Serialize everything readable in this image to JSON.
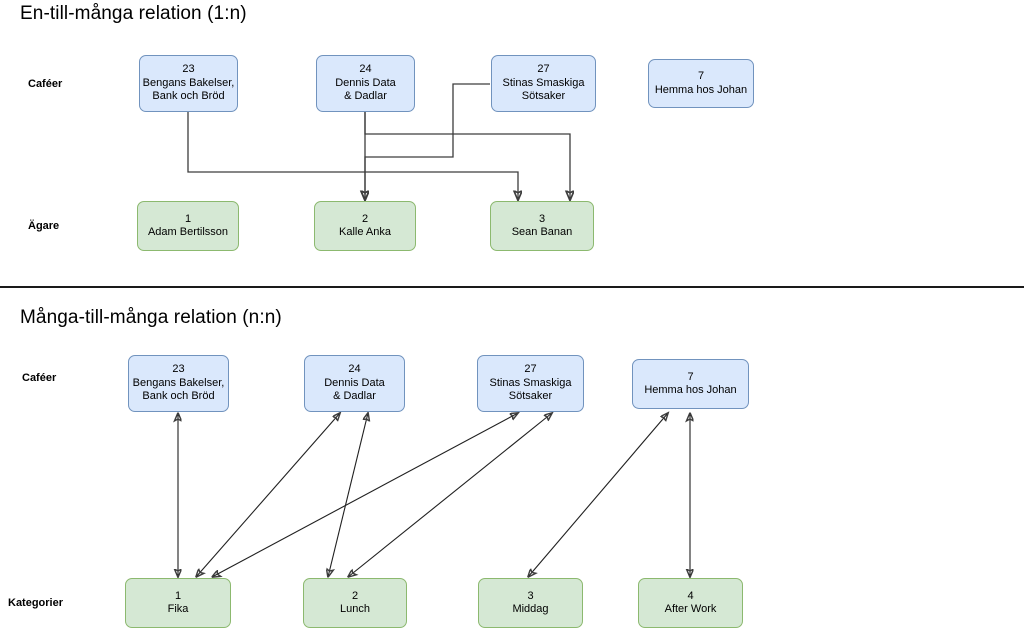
{
  "sections": [
    {
      "id": "one-to-many",
      "title": "En-till-många relation (1:n)",
      "row_labels": {
        "top": "Caféer",
        "bottom": "Ägare"
      },
      "top_nodes": [
        {
          "id": "23",
          "name": "Bengans Bakelser,\nBank och Bröd",
          "line1": "Bengans Bakelser,",
          "line2": "Bank och Bröd"
        },
        {
          "id": "24",
          "name": "Dennis Data\n& Dadlar",
          "line1": "Dennis Data",
          "line2": "& Dadlar"
        },
        {
          "id": "27",
          "name": "Stinas Smaskiga\nSötsaker",
          "line1": "Stinas Smaskiga",
          "line2": "Sötsaker"
        },
        {
          "id": "7",
          "name": "Hemma hos Johan",
          "line1": "Hemma hos Johan",
          "line2": ""
        }
      ],
      "bottom_nodes": [
        {
          "id": "1",
          "name": "Adam Bertilsson"
        },
        {
          "id": "2",
          "name": "Kalle Anka"
        },
        {
          "id": "3",
          "name": "Sean Banan"
        }
      ],
      "edges": [
        {
          "from": "23",
          "to": "3"
        },
        {
          "from": "24",
          "to": "2"
        },
        {
          "from": "24",
          "to": "3"
        },
        {
          "from": "27",
          "to": "2"
        }
      ]
    },
    {
      "id": "many-to-many",
      "title": "Många-till-många relation (n:n)",
      "row_labels": {
        "top": "Caféer",
        "bottom": "Kategorier"
      },
      "top_nodes": [
        {
          "id": "23",
          "name": "Bengans Bakelser,\nBank och Bröd",
          "line1": "Bengans Bakelser,",
          "line2": "Bank och Bröd"
        },
        {
          "id": "24",
          "name": "Dennis Data\n& Dadlar",
          "line1": "Dennis Data",
          "line2": "& Dadlar"
        },
        {
          "id": "27",
          "name": "Stinas Smaskiga\nSötsaker",
          "line1": "Stinas Smaskiga",
          "line2": "Sötsaker"
        },
        {
          "id": "7",
          "name": "Hemma hos Johan",
          "line1": "Hemma hos Johan",
          "line2": ""
        }
      ],
      "bottom_nodes": [
        {
          "id": "1",
          "name": "Fika"
        },
        {
          "id": "2",
          "name": "Lunch"
        },
        {
          "id": "3",
          "name": "Middag"
        },
        {
          "id": "4",
          "name": "After Work"
        }
      ],
      "edges": [
        {
          "from": "23",
          "to": "1",
          "bidirectional": true
        },
        {
          "from": "24",
          "to": "1",
          "bidirectional": true
        },
        {
          "from": "24",
          "to": "2",
          "bidirectional": true
        },
        {
          "from": "27",
          "to": "1",
          "bidirectional": true
        },
        {
          "from": "27",
          "to": "2",
          "bidirectional": true
        },
        {
          "from": "7",
          "to": "3",
          "bidirectional": true
        },
        {
          "from": "7",
          "to": "4",
          "bidirectional": true
        }
      ]
    }
  ],
  "colors": {
    "node_blue_fill": "#dae8fc",
    "node_blue_stroke": "#7193be",
    "node_green_fill": "#d5e8d4",
    "node_green_stroke": "#8cb96f",
    "edge_stroke": "#3d3d3d",
    "divider": "#1a1a1a",
    "background": "#ffffff"
  }
}
